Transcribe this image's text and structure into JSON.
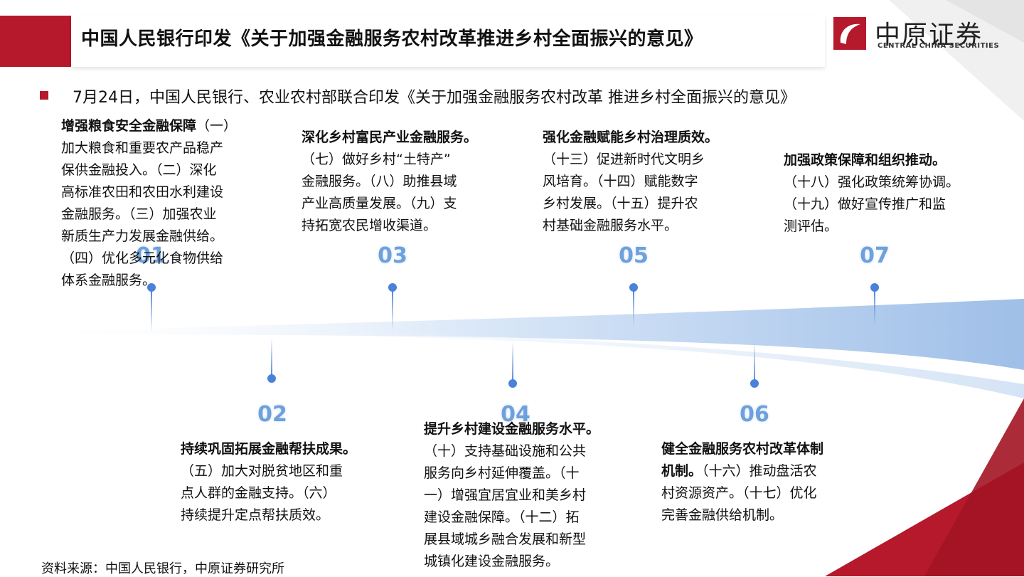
{
  "header": {
    "title": "中国人民银行印发《关于加强金融服务农村改革推进乡村全面振兴的意见》",
    "logo_cn": "中原证券",
    "logo_en": "CENTRAL CHINA SECURITIES"
  },
  "subtitle": "7月24日，中国人民银行、农业农村部联合印发《关于加强金融服务农村改革 推进乡村全面振兴的意见》",
  "items": [
    {
      "num": "01",
      "title": "增强粮食安全金融保障",
      "lines": [
        "（一）",
        "加大粮食和重要农产品稳产",
        "保供金融投入。（二）深化",
        "高标准农田和农田水利建设",
        "金融服务。（三）加强农业",
        "新质生产力发展金融供给。",
        "（四）优化多元化食物供给",
        "体系金融服务。"
      ]
    },
    {
      "num": "02",
      "title": "持续巩固拓展金融帮扶成果。",
      "lines": [
        "（五）加大对脱贫地区和重",
        "点人群的金融支持。（六）",
        "持续提升定点帮扶质效。"
      ]
    },
    {
      "num": "03",
      "title": "深化乡村富民产业金融服务。",
      "lines": [
        "（七）做好乡村“土特产”",
        "金融服务。（八）助推县域",
        "产业高质量发展。（九）支",
        "持拓宽农民增收渠道。"
      ]
    },
    {
      "num": "04",
      "title": "提升乡村建设金融服务水平。",
      "lines": [
        "（十）支持基础设施和公共",
        "服务向乡村延伸覆盖。（十",
        "一）增强宜居宜业和美乡村",
        "建设金融保障。（十二）拓",
        "展县域城乡融合发展和新型",
        "城镇化建设金融服务。"
      ]
    },
    {
      "num": "05",
      "title": "强化金融赋能乡村治理质效。",
      "lines": [
        "（十三）促进新时代文明乡",
        "风培育。（十四）赋能数字",
        "乡村发展。（十五）提升农",
        "村基础金融服务水平。"
      ]
    },
    {
      "num": "06",
      "title": "健全金融服务农村改革体制",
      "title2": "机制。",
      "lines": [
        "（十六）推动盘活农",
        "村资源资产。（十七）优化",
        "完善金融供给机制。"
      ]
    },
    {
      "num": "07",
      "title": "加强政策保障和组织推动。",
      "lines": [
        "（十八）强化政策统筹协调。",
        "（十九）做好宣传推广和监",
        "测评估。"
      ]
    }
  ],
  "source": "资料来源：中国人民银行，中原证券研究所",
  "colors": {
    "brand_red": "#b5192b",
    "accent_blue": "#4b82d8",
    "number_blue": "#6ea0dc"
  }
}
